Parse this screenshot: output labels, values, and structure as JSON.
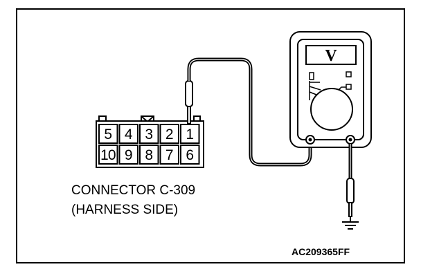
{
  "connector": {
    "top_row": [
      "5",
      "4",
      "3",
      "2",
      "1"
    ],
    "bottom_row": [
      "10",
      "9",
      "8",
      "7",
      "6"
    ],
    "caption_line1": "CONNECTOR C-309",
    "caption_line2": "(HARNESS SIDE)"
  },
  "meter": {
    "display": "V"
  },
  "figure_code": "AC209365FF"
}
